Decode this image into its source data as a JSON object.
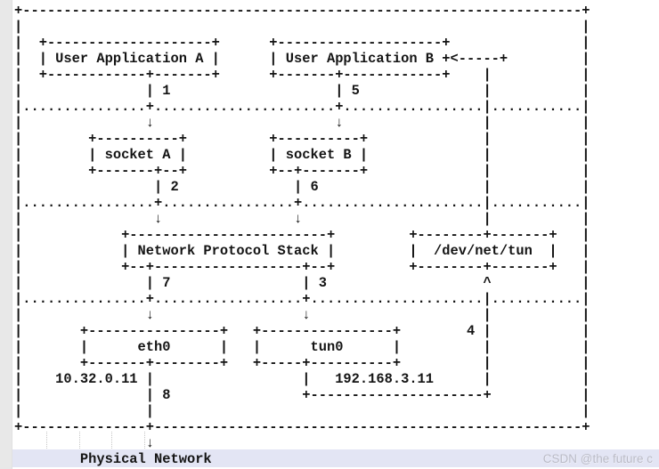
{
  "page": {
    "background": "#ffffff",
    "gutter_color": "#e8e8e8",
    "highlight_color": "#e3e5f4",
    "text_color": "#141414"
  },
  "watermark": {
    "text": "CSDN @the future c",
    "color": "#b9bac6"
  },
  "diagram": {
    "lines": [
      "+--------------------------------------------------------------------+",
      "|                                                                    |",
      "|  +--------------------+      +--------------------+                |",
      "|  | User Application A |      | User Application B +<-----+         |",
      "|  +------------+-------+      +-------+------------+    |           |",
      "|               | 1                    | 5               |           |",
      "|...............+......................+.................|...........|",
      "|               ↓                      ↓                 |           |",
      "|        +----------+          +----------+              |           |",
      "|        | socket A |          | socket B |              |           |",
      "|        +-------+--+          +--+-------+              |           |",
      "|                | 2              | 6                    |           |",
      "|................+................+......................|...........|",
      "|                ↓                ↓                      |           |",
      "|            +------------------------+         +--------+-------+   |",
      "|            | Network Protocol Stack |         |  /dev/net/tun  |   |",
      "|            +--+------------------+--+         +--------+-------+   |",
      "|               | 7                | 3                   ^           |",
      "|...............+..................+.....................|...........|",
      "|               ↓                  ↓                     |           |",
      "|       +----------------+   +----------------+        4 |           |",
      "|       |      eth0      |   |      tun0      |          |           |",
      "|       +-------+--------+   +-----+----------+          |           |",
      "|    10.32.0.11 |                  |   192.168.3.11      |           |",
      "|               | 8                +---------------------+           |",
      "|               |                                                    |",
      "+---------------+----------------------------------------------------+",
      "                ↓",
      "        Physical Network"
    ],
    "nodes": [
      "User Application A",
      "User Application B",
      "socket A",
      "socket B",
      "Network Protocol Stack",
      "/dev/net/tun",
      "eth0",
      "tun0"
    ],
    "addresses": [
      "10.32.0.11",
      "192.168.3.11"
    ],
    "step_numbers": [
      "1",
      "2",
      "3",
      "4",
      "5",
      "6",
      "7",
      "8"
    ],
    "bottom_label": "Physical Network",
    "arrow_glyphs": [
      "↓",
      "^",
      "+<-----+"
    ]
  }
}
